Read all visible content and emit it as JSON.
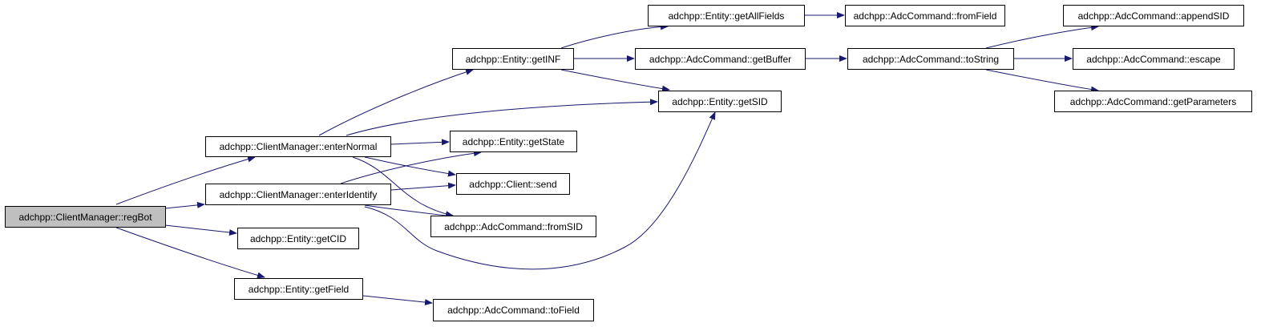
{
  "graph": {
    "edge_color": "#191970",
    "root_fill": "#bfbfbf",
    "nodes": {
      "regbot": "adchpp::ClientManager::regBot",
      "enternormal": "adchpp::ClientManager::enterNormal",
      "enteridentify": "adchpp::ClientManager::enterIdentify",
      "getcid": "adchpp::Entity::getCID",
      "getfield": "adchpp::Entity::getField",
      "getinf": "adchpp::Entity::getINF",
      "getstate": "adchpp::Entity::getState",
      "send": "adchpp::Client::send",
      "fromsid": "adchpp::AdcCommand::fromSID",
      "tofield": "adchpp::AdcCommand::toField",
      "getallfields": "adchpp::Entity::getAllFields",
      "getbuffer": "adchpp::AdcCommand::getBuffer",
      "getsid": "adchpp::Entity::getSID",
      "fromfield": "adchpp::AdcCommand::fromField",
      "tostring": "adchpp::AdcCommand::toString",
      "appendsid": "adchpp::AdcCommand::appendSID",
      "escape": "adchpp::AdcCommand::escape",
      "getparameters": "adchpp::AdcCommand::getParameters"
    },
    "edges": [
      [
        "regbot",
        "enternormal"
      ],
      [
        "regbot",
        "enteridentify"
      ],
      [
        "regbot",
        "getcid"
      ],
      [
        "regbot",
        "getfield"
      ],
      [
        "enternormal",
        "getinf"
      ],
      [
        "enternormal",
        "getsid"
      ],
      [
        "enternormal",
        "getstate"
      ],
      [
        "enternormal",
        "send"
      ],
      [
        "enternormal",
        "fromsid"
      ],
      [
        "enteridentify",
        "getstate"
      ],
      [
        "enteridentify",
        "send"
      ],
      [
        "enteridentify",
        "fromsid"
      ],
      [
        "enteridentify",
        "getsid"
      ],
      [
        "getfield",
        "tofield"
      ],
      [
        "getinf",
        "getallfields"
      ],
      [
        "getinf",
        "getbuffer"
      ],
      [
        "getinf",
        "getsid"
      ],
      [
        "getallfields",
        "fromfield"
      ],
      [
        "getbuffer",
        "tostring"
      ],
      [
        "tostring",
        "appendsid"
      ],
      [
        "tostring",
        "escape"
      ],
      [
        "tostring",
        "getparameters"
      ]
    ]
  }
}
